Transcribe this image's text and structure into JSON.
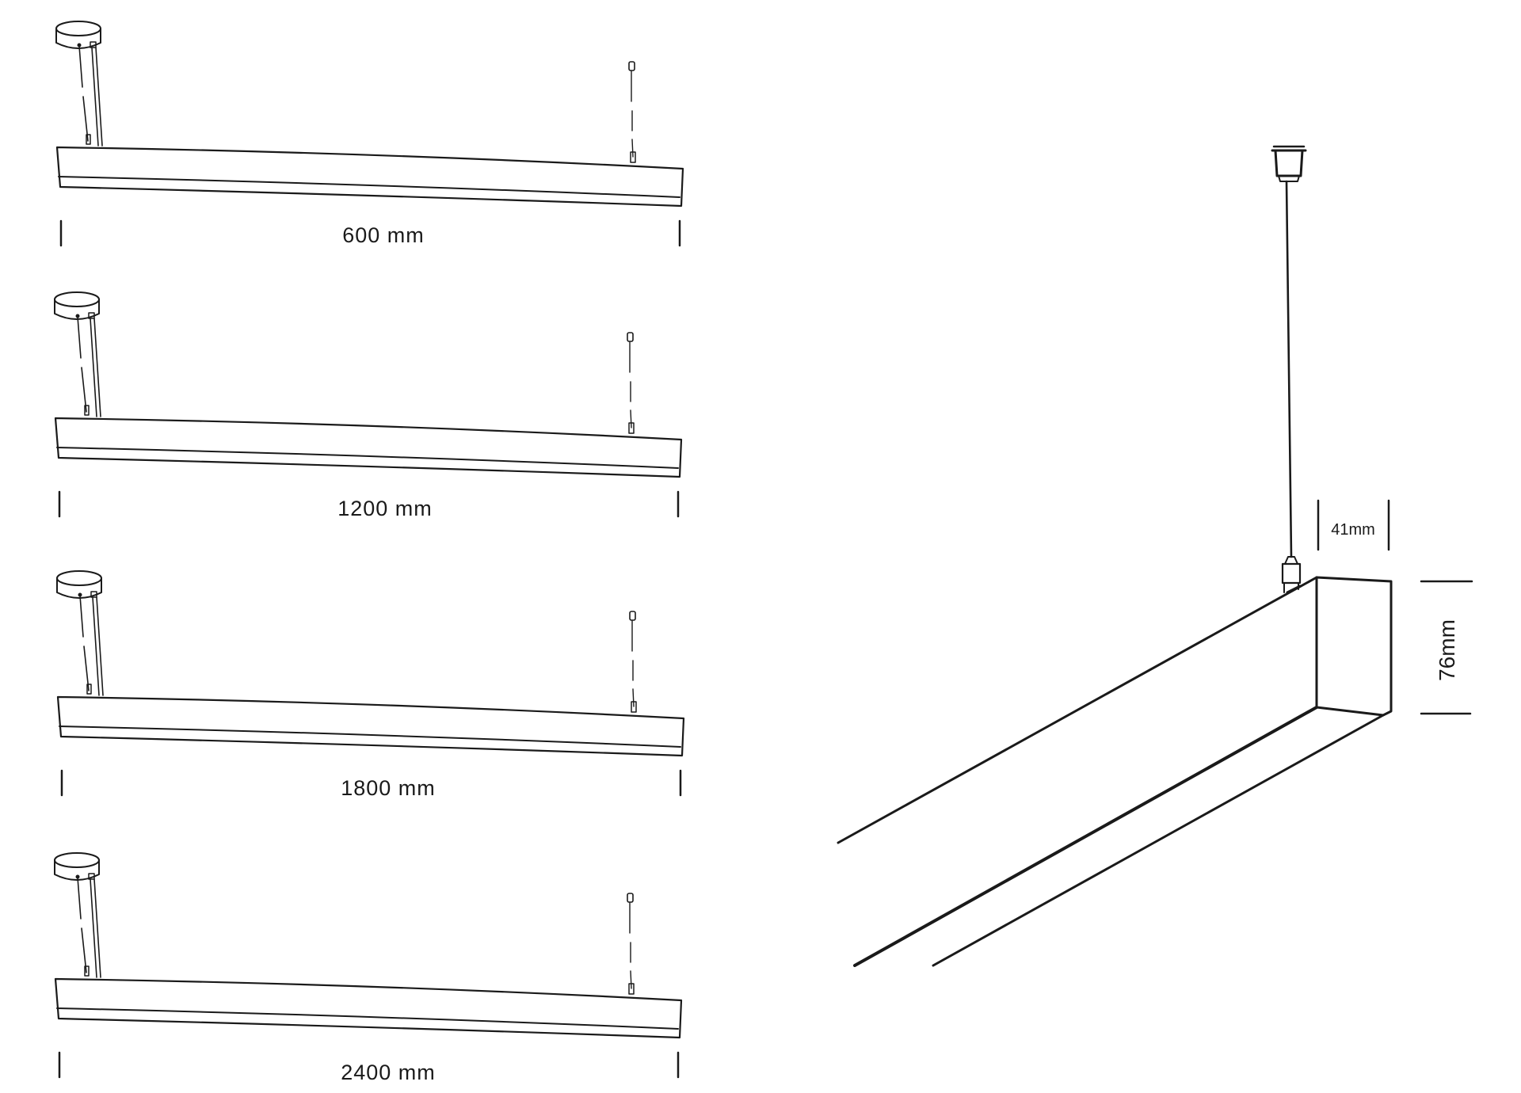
{
  "diagram": {
    "variants": [
      {
        "length_label": "600 mm"
      },
      {
        "length_label": "1200 mm"
      },
      {
        "length_label": "1800 mm"
      },
      {
        "length_label": "2400 mm"
      }
    ],
    "detail": {
      "width_label": "41mm",
      "height_label": "76mm"
    },
    "colors": {
      "line": "#1a1a1a",
      "background": "#ffffff"
    }
  }
}
